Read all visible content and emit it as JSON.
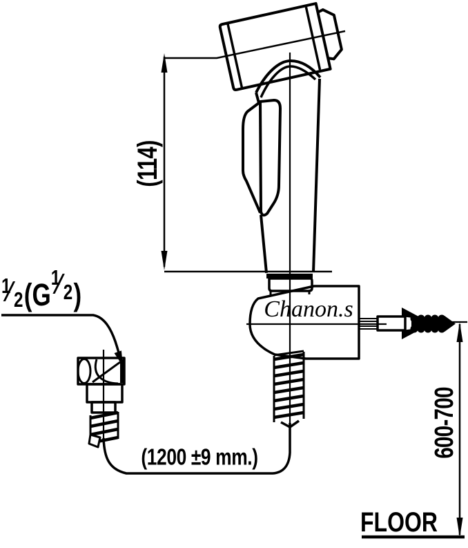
{
  "watermark": "Chanon.s",
  "dimensions": {
    "head_height": "(114)",
    "hose_length": "(1200 ±9 mm.)",
    "install_height": "600-700",
    "floor_label": "FLOOR"
  },
  "thread_label": {
    "numerator_1": "1",
    "slash_1": "∕",
    "denominator_1": "2",
    "middle": "(G",
    "numerator_2": "1",
    "slash_2": "∕",
    "denominator_2": "2",
    "closing": ")"
  },
  "colors": {
    "ink": "#000000",
    "background": "#ffffff"
  }
}
